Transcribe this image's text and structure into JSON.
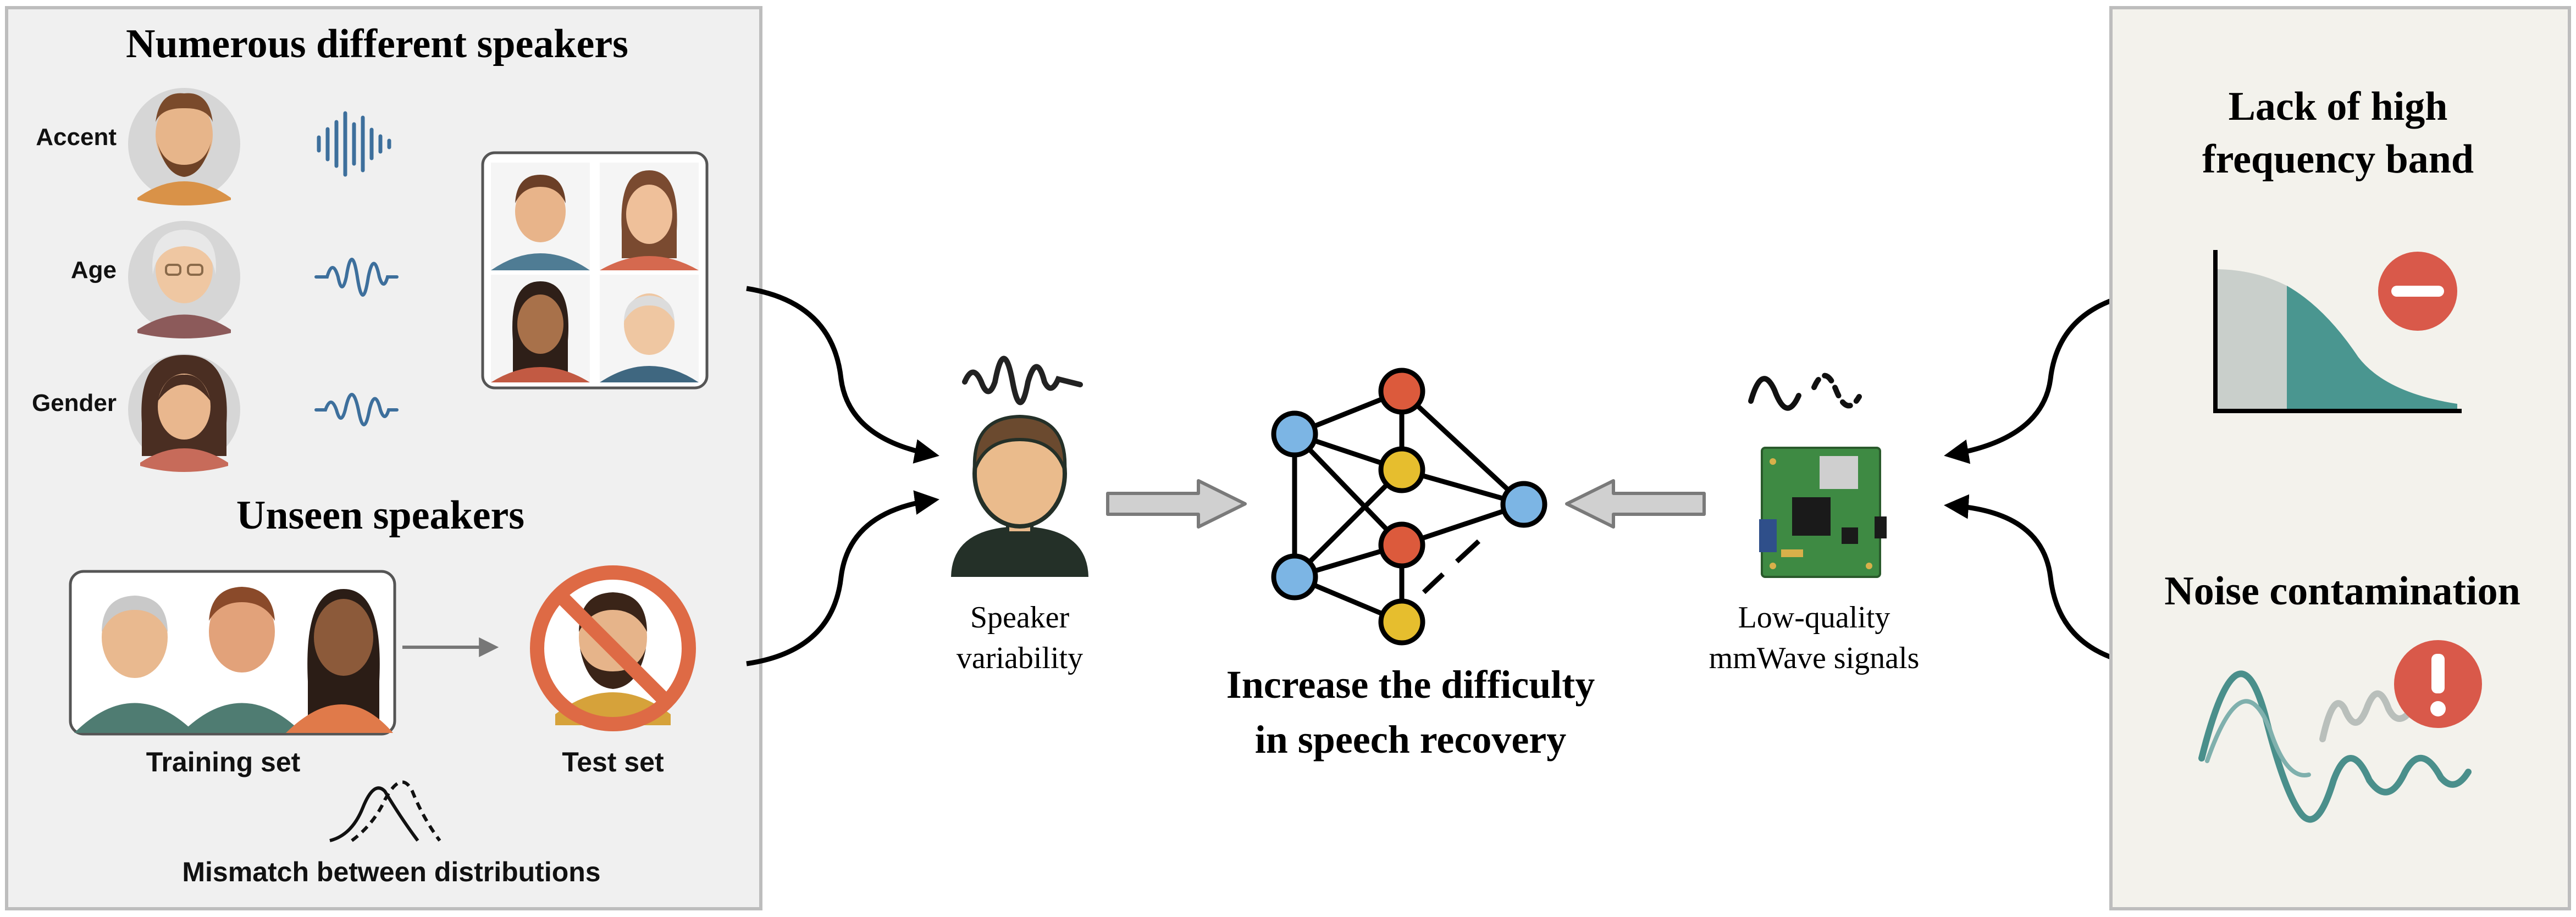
{
  "left_panel": {
    "title": "Numerous different speakers",
    "rows": [
      {
        "label": "Accent"
      },
      {
        "label": "Age"
      },
      {
        "label": "Gender"
      }
    ],
    "unseen_title": "Unseen speakers",
    "training_label": "Training set",
    "test_label": "Test set",
    "mismatch_label": "Mismatch between distributions"
  },
  "center": {
    "speaker_label_1": "Speaker",
    "speaker_label_2": "variability",
    "main_line_1": "Increase the difficulty",
    "main_line_2": "in speech recovery",
    "mmwave_label_1": "Low-quality",
    "mmwave_label_2": "mmWave signals"
  },
  "right_panel": {
    "band_line_1": "Lack of high",
    "band_line_2": "frequency band",
    "noise_title": "Noise contamination"
  },
  "colors": {
    "panel_left": "#f0f0f0",
    "panel_right": "#f3f2ec",
    "node_blue": "#7cb5e4",
    "node_red": "#dc5a3c",
    "node_yellow": "#e6be2e",
    "teal": "#3f8f89",
    "wave_blue": "#3d6f9c",
    "warn_red": "#d9594a"
  }
}
